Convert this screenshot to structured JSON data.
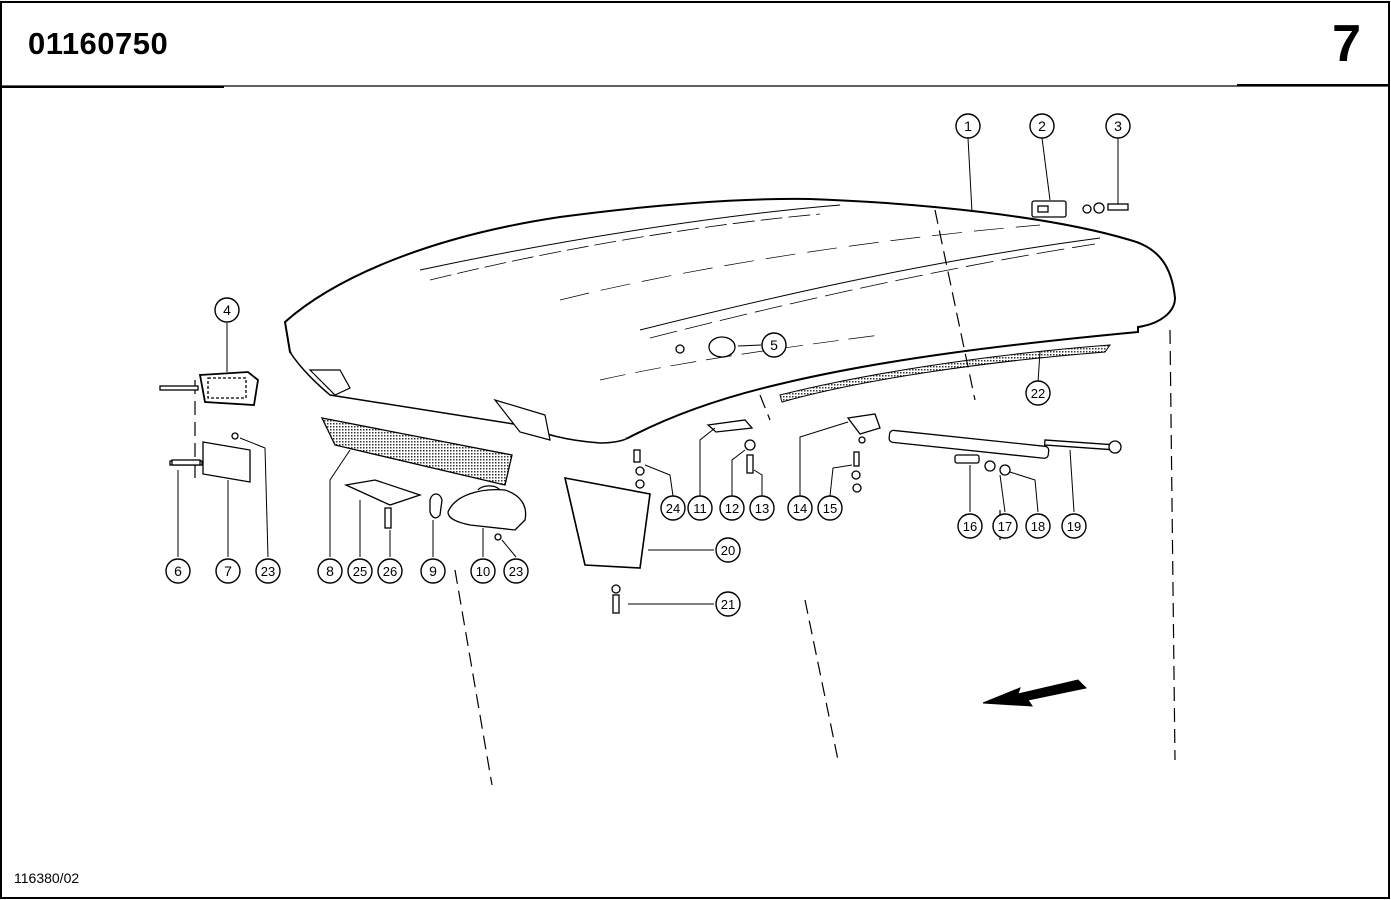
{
  "header": {
    "diagram_code": "01160750",
    "page_number": "7"
  },
  "footer": {
    "sheet_reference": "116380/02"
  },
  "callouts": [
    {
      "id": "1",
      "label": "1"
    },
    {
      "id": "2",
      "label": "2"
    },
    {
      "id": "3",
      "label": "3"
    },
    {
      "id": "4",
      "label": "4"
    },
    {
      "id": "5",
      "label": "5"
    },
    {
      "id": "6",
      "label": "6"
    },
    {
      "id": "7",
      "label": "7"
    },
    {
      "id": "8",
      "label": "8"
    },
    {
      "id": "9",
      "label": "9"
    },
    {
      "id": "10",
      "label": "10"
    },
    {
      "id": "11",
      "label": "11"
    },
    {
      "id": "12",
      "label": "12"
    },
    {
      "id": "13",
      "label": "13"
    },
    {
      "id": "14",
      "label": "14"
    },
    {
      "id": "15",
      "label": "15"
    },
    {
      "id": "16",
      "label": "16"
    },
    {
      "id": "17",
      "label": "17"
    },
    {
      "id": "18",
      "label": "18"
    },
    {
      "id": "19",
      "label": "19"
    },
    {
      "id": "20",
      "label": "20"
    },
    {
      "id": "21",
      "label": "21"
    },
    {
      "id": "22",
      "label": "22"
    },
    {
      "id": "23a",
      "label": "23"
    },
    {
      "id": "23b",
      "label": "23"
    },
    {
      "id": "24",
      "label": "24"
    },
    {
      "id": "25",
      "label": "25"
    },
    {
      "id": "26",
      "label": "26"
    }
  ],
  "colors": {
    "ink": "#000000",
    "paper": "#ffffff",
    "hatch": "#555555"
  }
}
